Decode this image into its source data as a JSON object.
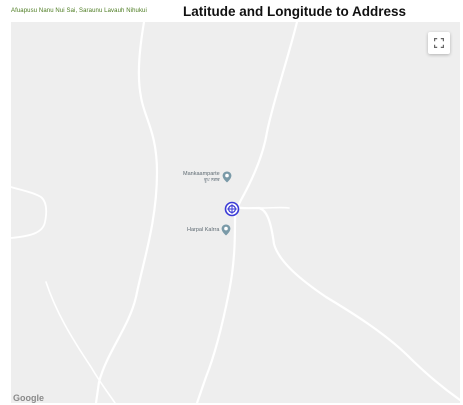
{
  "header": {
    "address": "Afuapusu Nanu Nui Sai, Saraunu Lavauh Nihukui",
    "title": "Latitude and Longitude to Address"
  },
  "map": {
    "pois": [
      {
        "name": "Mankaamparte",
        "sub": "ਰੂਪ ਨਗਰ"
      },
      {
        "name": "Harpal Kalrra"
      }
    ],
    "attribution": "Google",
    "colors": {
      "background": "#eeeeee",
      "road": "#ffffff",
      "poi_pin": "#7a9aa8",
      "marker": "#3b3bd6"
    },
    "icons": {
      "fullscreen": "fullscreen-icon",
      "poi": "poi-pin-icon",
      "location": "location-marker-icon"
    }
  }
}
